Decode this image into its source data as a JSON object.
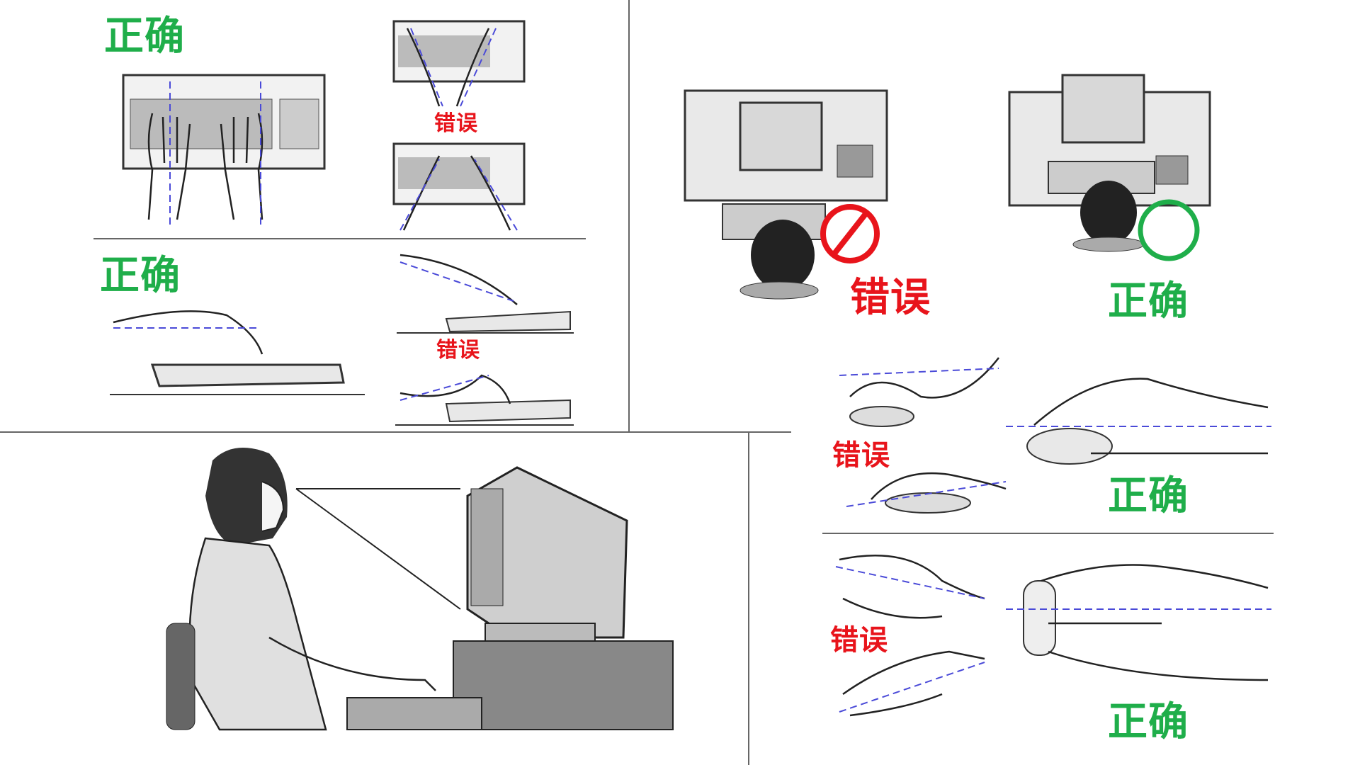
{
  "labels": {
    "correct": "正确",
    "wrong": "错误"
  },
  "panels": {
    "typing_top_view": {
      "correct": "正确",
      "wrong": "错误"
    },
    "typing_side_view": {
      "correct": "正确",
      "wrong": "错误"
    },
    "desk_top_view": {
      "wrong": "错误",
      "correct": "正确"
    },
    "mouse_side_view": {
      "wrong": "错误",
      "correct": "正确"
    },
    "mouse_top_view": {
      "wrong": "错误",
      "correct": "正确"
    }
  },
  "colors": {
    "correct": "#1fae4a",
    "wrong": "#e8141b",
    "guide_line": "#4a4ad8"
  }
}
